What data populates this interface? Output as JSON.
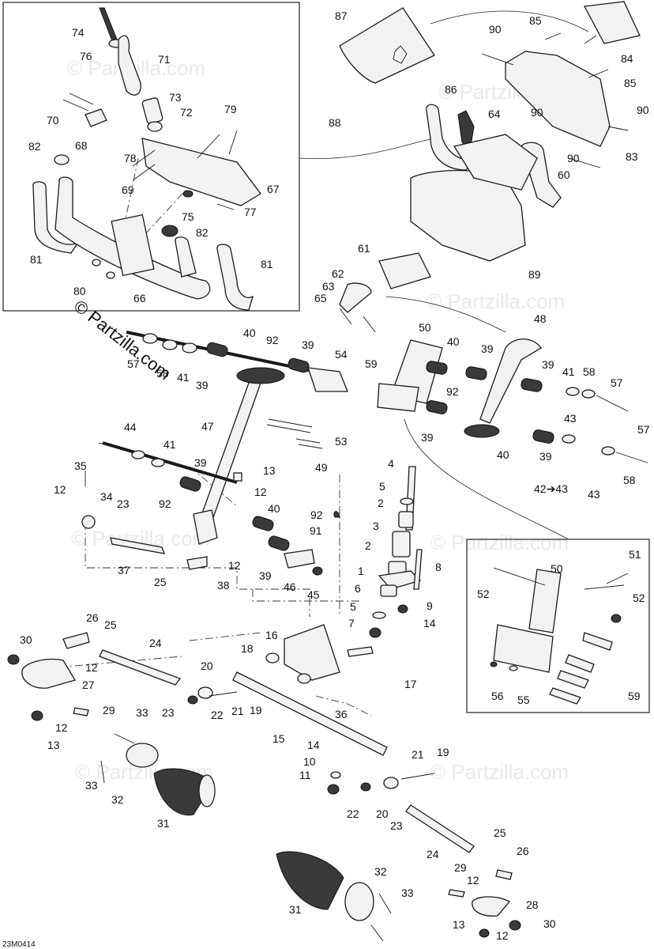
{
  "diagram": {
    "drawing_code": "23M0414",
    "watermark": "© Partzilla.com",
    "callouts": [
      {
        "id": "c74a",
        "text": "74"
      },
      {
        "id": "c76",
        "text": "76"
      },
      {
        "id": "c71",
        "text": "71"
      },
      {
        "id": "c73",
        "text": "73"
      },
      {
        "id": "c72",
        "text": "72"
      },
      {
        "id": "c70",
        "text": "70"
      },
      {
        "id": "c68",
        "text": "68"
      },
      {
        "id": "c79",
        "text": "79"
      },
      {
        "id": "c82a",
        "text": "82"
      },
      {
        "id": "c78",
        "text": "78"
      },
      {
        "id": "c69",
        "text": "69"
      },
      {
        "id": "c67",
        "text": "67"
      },
      {
        "id": "c75",
        "text": "75"
      },
      {
        "id": "c77",
        "text": "77"
      },
      {
        "id": "c82b",
        "text": "82"
      },
      {
        "id": "c81a",
        "text": "81"
      },
      {
        "id": "c81b",
        "text": "81"
      },
      {
        "id": "c80",
        "text": "80"
      },
      {
        "id": "c66",
        "text": "66"
      },
      {
        "id": "c87",
        "text": "87"
      },
      {
        "id": "c85a",
        "text": "85"
      },
      {
        "id": "c90a",
        "text": "90"
      },
      {
        "id": "c84",
        "text": "84"
      },
      {
        "id": "c86",
        "text": "86"
      },
      {
        "id": "c85b",
        "text": "85"
      },
      {
        "id": "c88",
        "text": "88"
      },
      {
        "id": "c64",
        "text": "64"
      },
      {
        "id": "c90b",
        "text": "90"
      },
      {
        "id": "c90c",
        "text": "90"
      },
      {
        "id": "c83",
        "text": "83"
      },
      {
        "id": "c60",
        "text": "60"
      },
      {
        "id": "c90d",
        "text": "90"
      },
      {
        "id": "c61",
        "text": "61"
      },
      {
        "id": "c89",
        "text": "89"
      },
      {
        "id": "c62",
        "text": "62"
      },
      {
        "id": "c63",
        "text": "63"
      },
      {
        "id": "c65",
        "text": "65"
      },
      {
        "id": "c40a",
        "text": "40"
      },
      {
        "id": "c92a",
        "text": "92"
      },
      {
        "id": "c57a",
        "text": "57"
      },
      {
        "id": "c58a",
        "text": "58"
      },
      {
        "id": "c41a",
        "text": "41"
      },
      {
        "id": "c39a",
        "text": "39"
      },
      {
        "id": "c39b",
        "text": "39"
      },
      {
        "id": "c54",
        "text": "54"
      },
      {
        "id": "c59a",
        "text": "59"
      },
      {
        "id": "c50a",
        "text": "50"
      },
      {
        "id": "c40b",
        "text": "40"
      },
      {
        "id": "c39c",
        "text": "39"
      },
      {
        "id": "c48",
        "text": "48"
      },
      {
        "id": "c39d",
        "text": "39"
      },
      {
        "id": "c41b",
        "text": "41"
      },
      {
        "id": "c58b",
        "text": "58"
      },
      {
        "id": "c57b",
        "text": "57"
      },
      {
        "id": "c92b",
        "text": "92"
      },
      {
        "id": "c43a",
        "text": "43"
      },
      {
        "id": "c53",
        "text": "53"
      },
      {
        "id": "c39e",
        "text": "39"
      },
      {
        "id": "c40c",
        "text": "40"
      },
      {
        "id": "c39f",
        "text": "39"
      },
      {
        "id": "c57c",
        "text": "57"
      },
      {
        "id": "c58c",
        "text": "58"
      },
      {
        "id": "c4243",
        "text": "42➔43"
      },
      {
        "id": "c43b",
        "text": "43"
      },
      {
        "id": "c44",
        "text": "44"
      },
      {
        "id": "c47",
        "text": "47"
      },
      {
        "id": "c49",
        "text": "49"
      },
      {
        "id": "c41c",
        "text": "41"
      },
      {
        "id": "c35",
        "text": "35"
      },
      {
        "id": "c39g",
        "text": "39"
      },
      {
        "id": "c13a",
        "text": "13"
      },
      {
        "id": "c12a",
        "text": "12"
      },
      {
        "id": "c12b",
        "text": "12"
      },
      {
        "id": "c34",
        "text": "34"
      },
      {
        "id": "c23a",
        "text": "23"
      },
      {
        "id": "c92c",
        "text": "92"
      },
      {
        "id": "c40d",
        "text": "40"
      },
      {
        "id": "c37",
        "text": "37"
      },
      {
        "id": "c25a",
        "text": "25"
      },
      {
        "id": "c12c",
        "text": "12"
      },
      {
        "id": "c38",
        "text": "38"
      },
      {
        "id": "c39h",
        "text": "39"
      },
      {
        "id": "c46",
        "text": "46"
      },
      {
        "id": "c45",
        "text": "45"
      },
      {
        "id": "c4",
        "text": "4"
      },
      {
        "id": "c5a",
        "text": "5"
      },
      {
        "id": "c2a",
        "text": "2"
      },
      {
        "id": "c92d",
        "text": "92"
      },
      {
        "id": "c91",
        "text": "91"
      },
      {
        "id": "c3",
        "text": "3"
      },
      {
        "id": "c2b",
        "text": "2"
      },
      {
        "id": "c8",
        "text": "8"
      },
      {
        "id": "c1",
        "text": "1"
      },
      {
        "id": "c6",
        "text": "6"
      },
      {
        "id": "c5b",
        "text": "5"
      },
      {
        "id": "c9",
        "text": "9"
      },
      {
        "id": "c7",
        "text": "7"
      },
      {
        "id": "c14a",
        "text": "14"
      },
      {
        "id": "c51",
        "text": "51"
      },
      {
        "id": "c50b",
        "text": "50"
      },
      {
        "id": "c52a",
        "text": "52"
      },
      {
        "id": "c52b",
        "text": "52"
      },
      {
        "id": "c56",
        "text": "56"
      },
      {
        "id": "c55",
        "text": "55"
      },
      {
        "id": "c59b",
        "text": "59"
      },
      {
        "id": "c26a",
        "text": "26"
      },
      {
        "id": "c25b",
        "text": "25"
      },
      {
        "id": "c30a",
        "text": "30"
      },
      {
        "id": "c24a",
        "text": "24"
      },
      {
        "id": "c12d",
        "text": "12"
      },
      {
        "id": "c27",
        "text": "27"
      },
      {
        "id": "c16",
        "text": "16"
      },
      {
        "id": "c18",
        "text": "18"
      },
      {
        "id": "c20a",
        "text": "20"
      },
      {
        "id": "c17",
        "text": "17"
      },
      {
        "id": "c23b",
        "text": "23"
      },
      {
        "id": "c22a",
        "text": "22"
      },
      {
        "id": "c21a",
        "text": "21"
      },
      {
        "id": "c19a",
        "text": "19"
      },
      {
        "id": "c29a",
        "text": "29"
      },
      {
        "id": "c12e",
        "text": "12"
      },
      {
        "id": "c13b",
        "text": "13"
      },
      {
        "id": "c33a",
        "text": "33"
      },
      {
        "id": "c36",
        "text": "36"
      },
      {
        "id": "c15",
        "text": "15"
      },
      {
        "id": "c14b",
        "text": "14"
      },
      {
        "id": "c10",
        "text": "10"
      },
      {
        "id": "c11",
        "text": "11"
      },
      {
        "id": "c21b",
        "text": "21"
      },
      {
        "id": "c19b",
        "text": "19"
      },
      {
        "id": "c33b",
        "text": "33"
      },
      {
        "id": "c32a",
        "text": "32"
      },
      {
        "id": "c31a",
        "text": "31"
      },
      {
        "id": "c22b",
        "text": "22"
      },
      {
        "id": "c20b",
        "text": "20"
      },
      {
        "id": "c23c",
        "text": "23"
      },
      {
        "id": "c24b",
        "text": "24"
      },
      {
        "id": "c25c",
        "text": "25"
      },
      {
        "id": "c26b",
        "text": "26"
      },
      {
        "id": "c29b",
        "text": "29"
      },
      {
        "id": "c12f",
        "text": "12"
      },
      {
        "id": "c28",
        "text": "28"
      },
      {
        "id": "c32b",
        "text": "32"
      },
      {
        "id": "c33c",
        "text": "33"
      },
      {
        "id": "c31b",
        "text": "31"
      },
      {
        "id": "c13c",
        "text": "13"
      },
      {
        "id": "c12g",
        "text": "12"
      },
      {
        "id": "c30b",
        "text": "30"
      }
    ]
  }
}
